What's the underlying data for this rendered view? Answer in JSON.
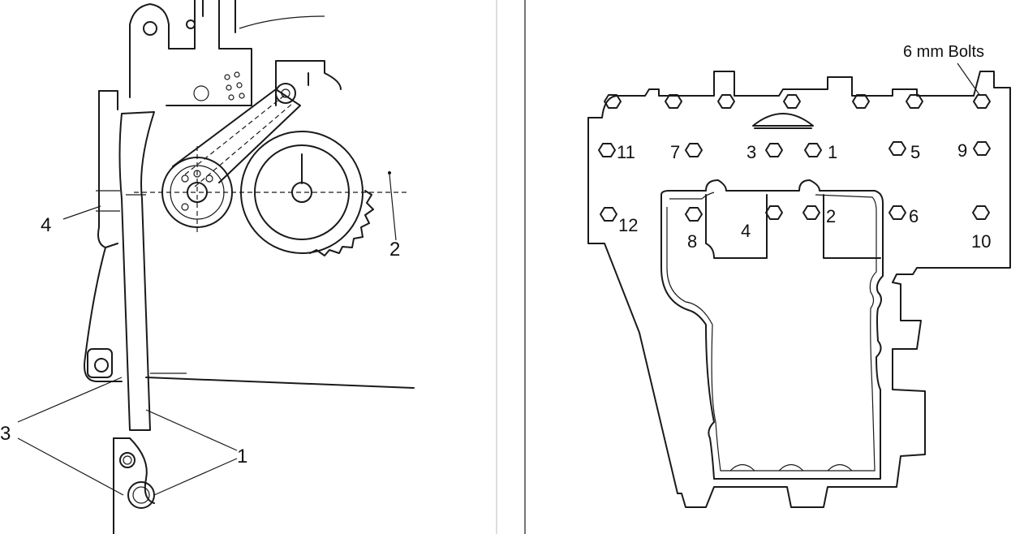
{
  "left_diagram": {
    "callouts": [
      "1",
      "2",
      "3",
      "4"
    ]
  },
  "right_diagram": {
    "caption": "6 mm Bolts",
    "bolt_numbers": [
      "1",
      "2",
      "3",
      "4",
      "5",
      "6",
      "7",
      "8",
      "9",
      "10",
      "11",
      "12"
    ]
  }
}
